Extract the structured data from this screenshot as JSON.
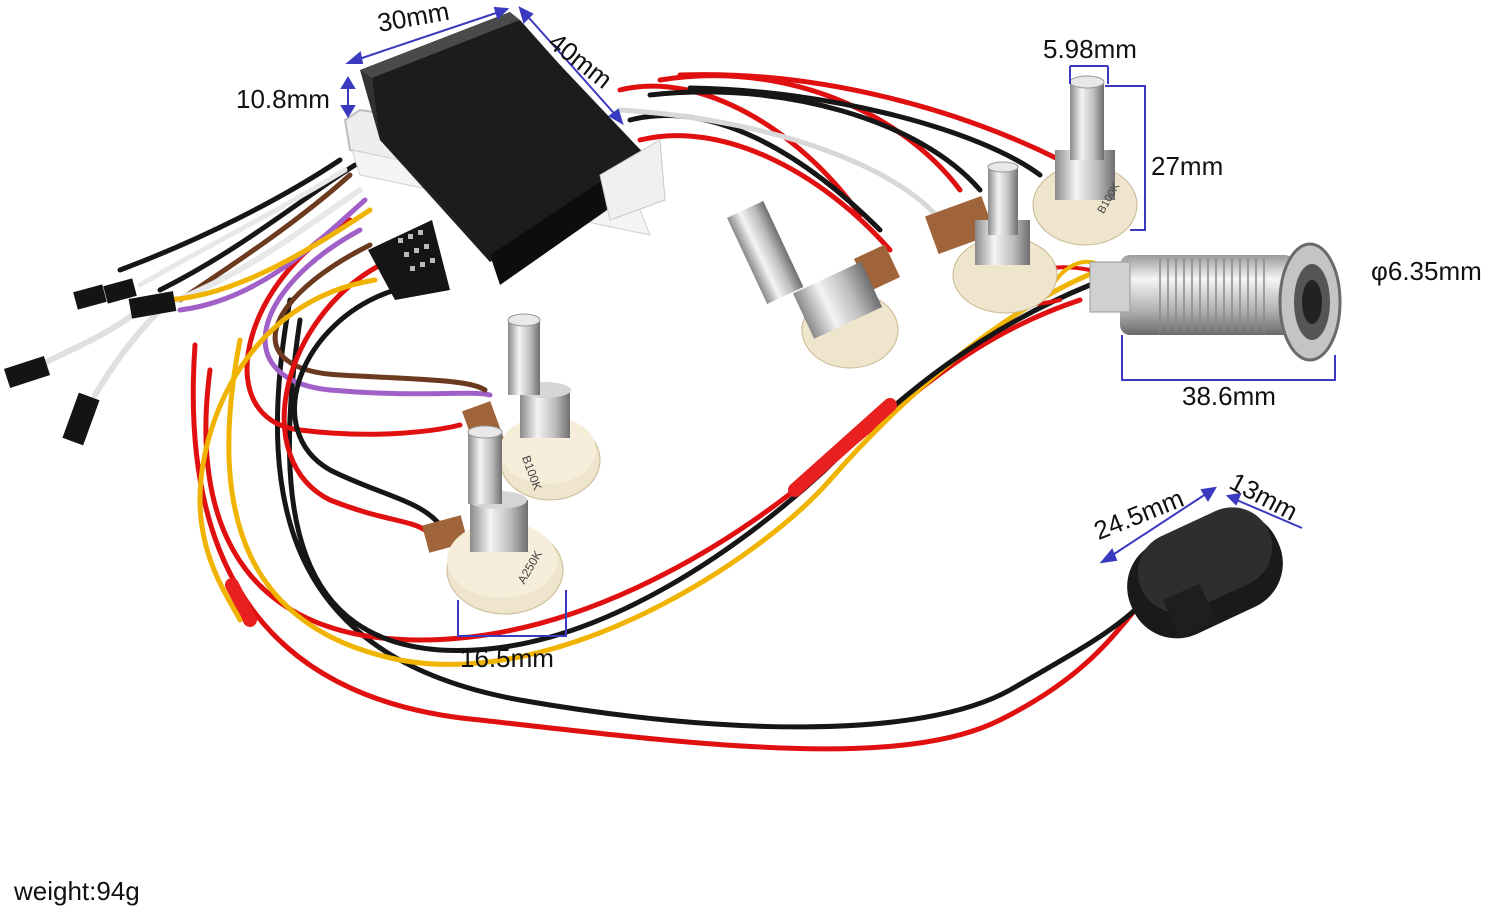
{
  "dimensions": {
    "width_mm": "30mm",
    "length_mm": "40mm",
    "height_mm": "10.8mm",
    "shaft_dia": "5.98mm",
    "shaft_len": "27mm",
    "jack_dia": "φ6.35mm",
    "jack_len": "38.6mm",
    "pot_dia": "16.5mm",
    "batt_len": "24.5mm",
    "batt_w": "13mm"
  },
  "weight": "weight:94g",
  "pots": [
    {
      "marking": "B100K"
    },
    {
      "marking": "A250K"
    },
    {
      "marking": "B100K"
    }
  ],
  "colors": {
    "wire_red": "#e01010",
    "wire_black": "#161616",
    "wire_yellow": "#f0b400",
    "wire_purple": "#a060c8",
    "wire_white": "#e8e8e8",
    "wire_brown": "#6b3a1f",
    "dimension_line": "#3a3ac0",
    "preamp_body": "#1a1a1a",
    "pot_body": "#efe4cc",
    "pot_board": "#a0643a",
    "metal": "#c8c8c8"
  }
}
